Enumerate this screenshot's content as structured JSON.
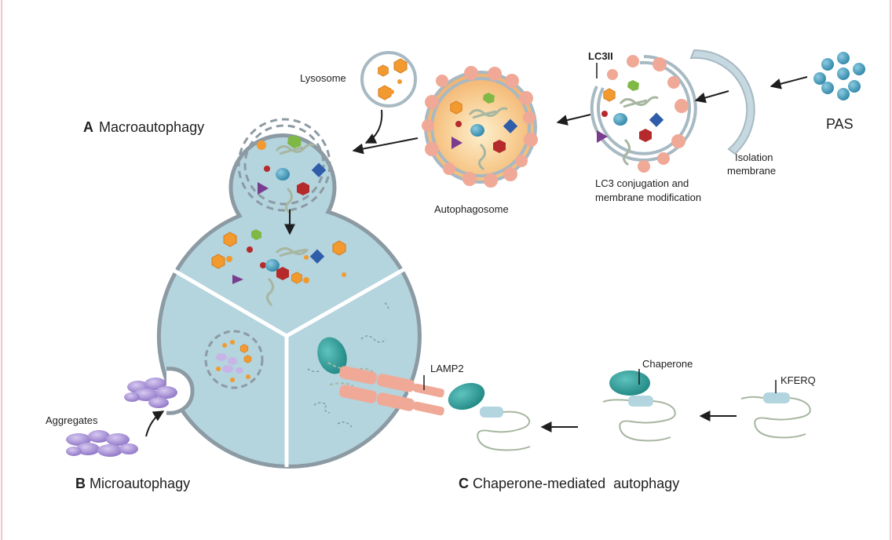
{
  "labels": {
    "lysosome": "Lysosome",
    "lc3ii": "LC3II",
    "pas": "PAS",
    "isolation_membrane_line1": "Isolation",
    "isolation_membrane_line2": "membrane",
    "lc3_conjugation_line1": "LC3 conjugation and",
    "lc3_conjugation_line2": "membrane modification",
    "autophagosome": "Autophagosome",
    "lamp2": "LAMP2",
    "chaperone": "Chaperone",
    "kferq": "KFERQ",
    "aggregates": "Aggregates"
  },
  "sections": {
    "a_letter": "A",
    "a_title": "Macroautophagy",
    "b_letter": "B",
    "b_title": "Microautophagy",
    "c_letter": "C",
    "c_title": "Chaperone-mediated  autophagy"
  },
  "colors": {
    "cell_fill": "#b4d4de",
    "cell_border": "#8c9aa3",
    "membrane": "#a7b9c2",
    "pink": "#f0a996",
    "orange": "#f29a2f",
    "teal": "#2e9d9a",
    "light_blue": "#b2d5df",
    "blue": "#2e95d2",
    "purple": "#7a3c8e",
    "red": "#b52a2a",
    "green": "#7fb845",
    "dark_blue": "#2e5da9",
    "lavender": "#a58fd1",
    "protein": "#a7b6a1"
  }
}
